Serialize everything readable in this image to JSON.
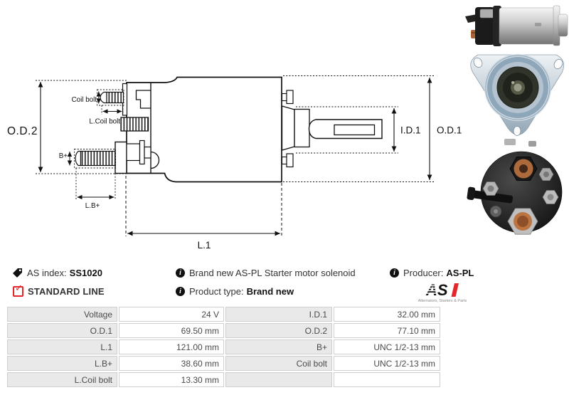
{
  "drawing": {
    "od2": "O.D.2",
    "coil_bolt": "Coil bolt",
    "l_coil_bolt": "L.Coil bolt",
    "b_plus": "B+",
    "l_b_plus": "L.B+",
    "l1": "L.1",
    "id1": "I.D.1",
    "od1": "O.D.1"
  },
  "info": {
    "as_index_label": "AS index:",
    "as_index_value": "SS1020",
    "standard_line": "STANDARD LINE",
    "description": "Brand new AS-PL Starter motor solenoid",
    "product_type_label": "Product type:",
    "product_type_value": "Brand new",
    "producer_label": "Producer:",
    "producer_value": "AS-PL",
    "logo_text": "AS",
    "logo_caption": "Alternators, Starters & Parts"
  },
  "icons": {
    "as_index": "tag-icon",
    "standard_line": "checkbox-checked-icon",
    "details": "info-icon",
    "info_glyph": "i",
    "check_glyph": "✓"
  },
  "colors": {
    "accent_red": "#E4252A",
    "table_label_bg": "#E9E9E9",
    "table_border": "#CFCFCF",
    "drawing_line": "#111111"
  },
  "spec_table": {
    "left": [
      {
        "label": "Voltage",
        "value": "24 V"
      },
      {
        "label": "O.D.1",
        "value": "69.50 mm"
      },
      {
        "label": "L.1",
        "value": "121.00 mm"
      },
      {
        "label": "L.B+",
        "value": "38.60 mm"
      },
      {
        "label": "L.Coil bolt",
        "value": "13.30 mm"
      }
    ],
    "right": [
      {
        "label": "I.D.1",
        "value": "32.00 mm"
      },
      {
        "label": "O.D.2",
        "value": "77.10 mm"
      },
      {
        "label": "B+",
        "value": "UNC 1/2-13 mm"
      },
      {
        "label": "Coil bolt",
        "value": "UNC 1/2-13 mm"
      },
      {
        "label": "",
        "value": ""
      }
    ]
  }
}
